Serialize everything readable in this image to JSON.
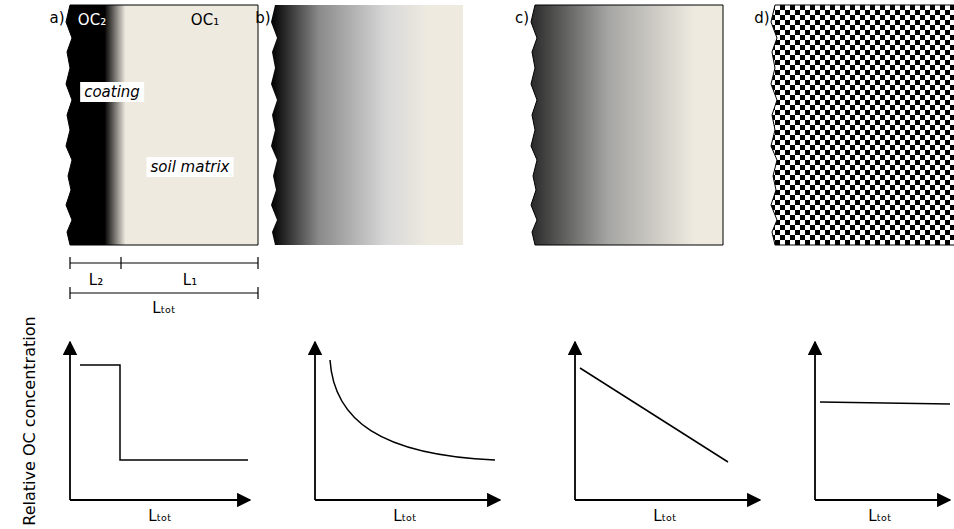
{
  "diagram": {
    "labels": [
      "a)",
      "OC₂",
      "OC₁",
      "coating",
      "soil matrix",
      "b)",
      "c)",
      "d)",
      "L₂",
      "L₁",
      "Lₜₒₜ",
      "Relative OC concentration",
      "Lₜₒₜ",
      "Lₜₒₜ",
      "Lₜₒₜ",
      "Lₜₒₜ"
    ]
  }
}
